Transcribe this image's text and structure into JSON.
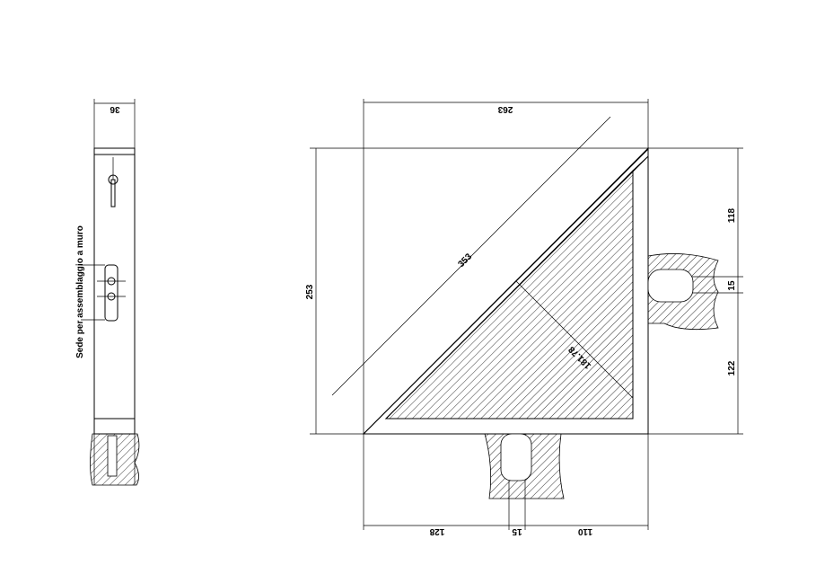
{
  "side_view": {
    "width_dim": "36",
    "note": "Sede per assemblaggio a muro"
  },
  "front_view": {
    "top_dim": "263",
    "left_dim": "253",
    "diagonal_dim": "353",
    "depth_dim": "181.78",
    "right_dims": [
      "118",
      "15",
      "122"
    ],
    "bottom_dims": [
      "128",
      "15",
      "110"
    ]
  }
}
